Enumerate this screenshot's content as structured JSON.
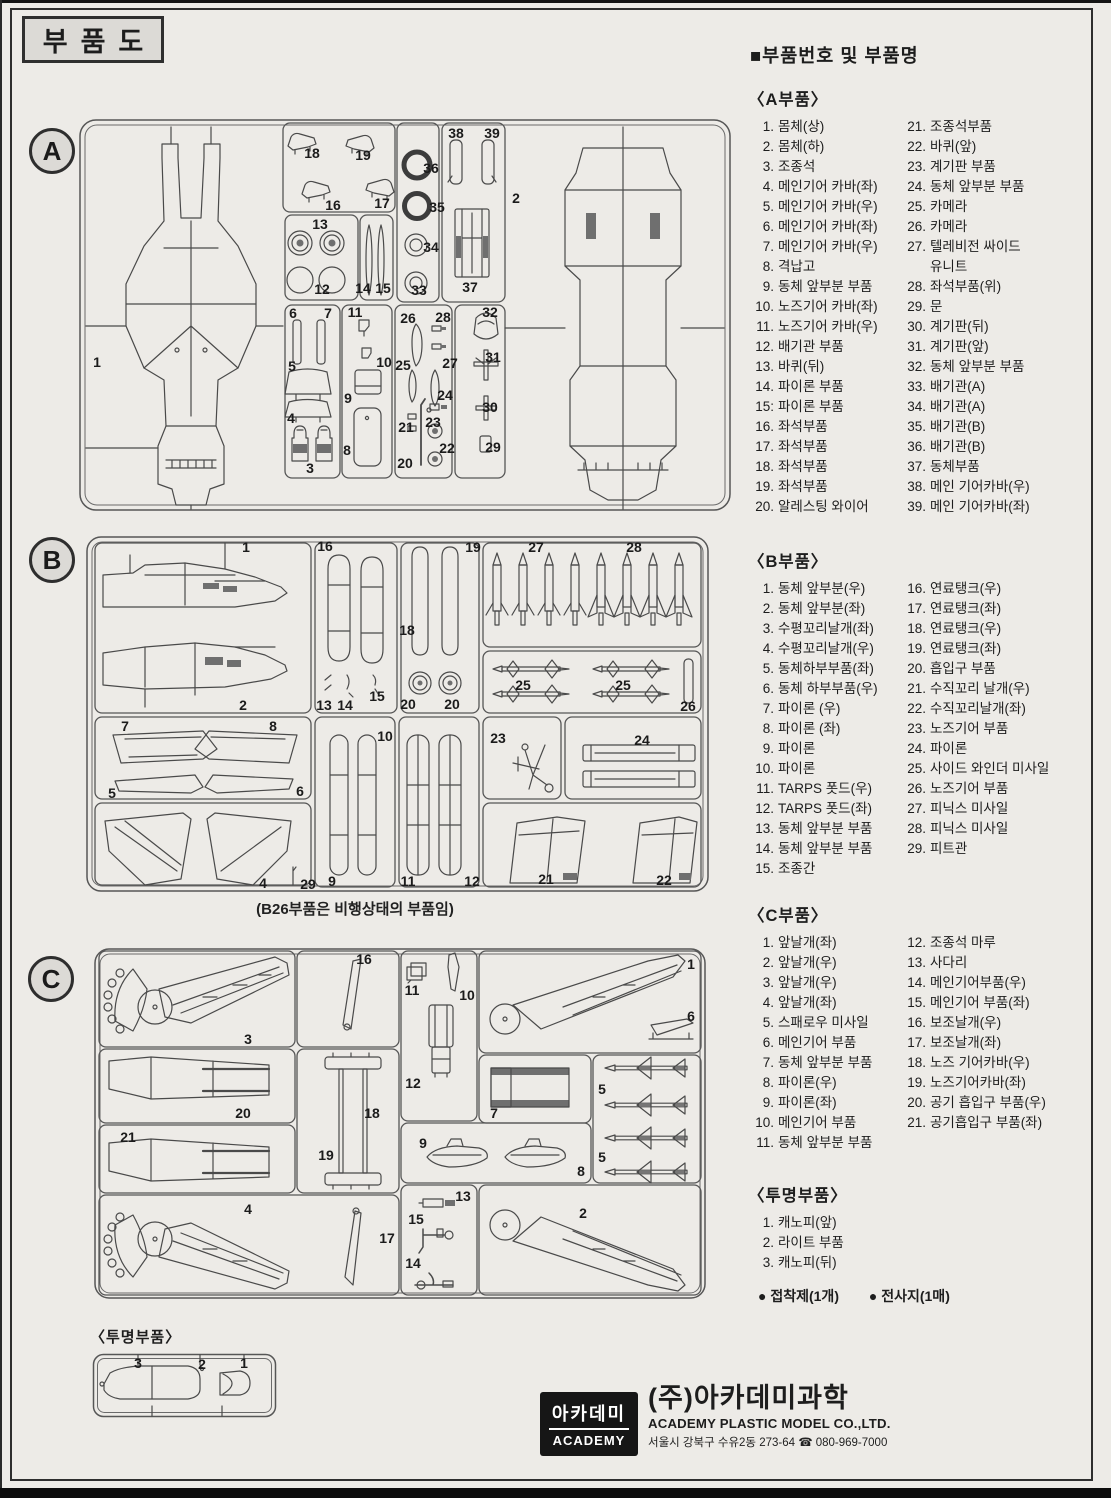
{
  "colors": {
    "paper": "#edebe7",
    "ink": "#1d1d1d",
    "line": "#4a4a4a",
    "bar": "#0c0c0c"
  },
  "page": {
    "title": "부품도",
    "parts_header": "■부품번호 및 부품명",
    "note_b": "(B26부품은 비행상태의 부품임)",
    "clear_header_left": "〈투명부품〉",
    "extras": [
      "● 접착제(1개)",
      "● 전사지(1매)"
    ]
  },
  "lists": [
    {
      "id": "a",
      "header": "〈A부품〉",
      "cols": [
        [
          {
            "n": "1.",
            "t": "몸체(상)"
          },
          {
            "n": "2.",
            "t": "몸체(하)"
          },
          {
            "n": "3.",
            "t": "조종석"
          },
          {
            "n": "4.",
            "t": "메인기어 카바(좌)"
          },
          {
            "n": "5.",
            "t": "메인기어 카바(우)"
          },
          {
            "n": "6.",
            "t": "메인기어 카바(좌)"
          },
          {
            "n": "7.",
            "t": "메인기어 카바(우)"
          },
          {
            "n": "8.",
            "t": "격납고"
          },
          {
            "n": "9.",
            "t": "동체 앞부분 부품"
          },
          {
            "n": "10.",
            "t": "노즈기어 카바(좌)"
          },
          {
            "n": "11.",
            "t": "노즈기어 카바(우)"
          },
          {
            "n": "12.",
            "t": "배기관 부품"
          },
          {
            "n": "13.",
            "t": "바퀴(뒤)"
          },
          {
            "n": "14.",
            "t": "파이론 부품"
          },
          {
            "n": "15:",
            "t": "파이론 부품"
          },
          {
            "n": "16.",
            "t": "좌석부품"
          },
          {
            "n": "17.",
            "t": "좌석부품"
          },
          {
            "n": "18.",
            "t": "좌석부품"
          },
          {
            "n": "19.",
            "t": "좌석부품"
          },
          {
            "n": "20.",
            "t": "알레스팅 와이어"
          }
        ],
        [
          {
            "n": "21.",
            "t": "조종석부품"
          },
          {
            "n": "22.",
            "t": "바퀴(앞)"
          },
          {
            "n": "23.",
            "t": "계기판 부품"
          },
          {
            "n": "24.",
            "t": "동체 앞부분 부품"
          },
          {
            "n": "25.",
            "t": "카메라"
          },
          {
            "n": "26.",
            "t": "카메라"
          },
          {
            "n": "27.",
            "t": "텔레비전 싸이드"
          },
          {
            "n": "",
            "t": "유니트",
            "wrap": true
          },
          {
            "n": "28.",
            "t": "좌석부품(위)"
          },
          {
            "n": "29.",
            "t": "문"
          },
          {
            "n": "30.",
            "t": "계기판(뒤)"
          },
          {
            "n": "31.",
            "t": "계기판(앞)"
          },
          {
            "n": "32.",
            "t": "동체 앞부분 부품"
          },
          {
            "n": "33.",
            "t": "배기관(A)"
          },
          {
            "n": "34.",
            "t": "배기관(A)"
          },
          {
            "n": "35.",
            "t": "배기관(B)"
          },
          {
            "n": "36.",
            "t": "배기관(B)"
          },
          {
            "n": "37.",
            "t": "동체부품"
          },
          {
            "n": "38.",
            "t": "메인 기어카바(우)"
          },
          {
            "n": "39.",
            "t": "메인 기어카바(좌)"
          }
        ]
      ]
    },
    {
      "id": "b",
      "header": "〈B부품〉",
      "cols": [
        [
          {
            "n": "1.",
            "t": "동체 앞부분(우)"
          },
          {
            "n": "2.",
            "t": "동체 앞부분(좌)"
          },
          {
            "n": "3.",
            "t": "수평꼬리날개(좌)"
          },
          {
            "n": "4.",
            "t": "수평꼬리날개(우)"
          },
          {
            "n": "5.",
            "t": "동체하부부품(좌)"
          },
          {
            "n": "6.",
            "t": "동체 하부부품(우)"
          },
          {
            "n": "7.",
            "t": "파이론 (우)"
          },
          {
            "n": "8.",
            "t": "파이론 (좌)"
          },
          {
            "n": "9.",
            "t": "파이론"
          },
          {
            "n": "10.",
            "t": "파이론"
          },
          {
            "n": "11.",
            "t": "TARPS 폿드(우)"
          },
          {
            "n": "12.",
            "t": "TARPS 폿드(좌)"
          },
          {
            "n": "13.",
            "t": "동체 앞부분 부품"
          },
          {
            "n": "14.",
            "t": "동체 앞부분 부품"
          },
          {
            "n": "15.",
            "t": "조종간"
          }
        ],
        [
          {
            "n": "16.",
            "t": "연료탱크(우)"
          },
          {
            "n": "17.",
            "t": "연료탱크(좌)"
          },
          {
            "n": "18.",
            "t": "연료탱크(우)"
          },
          {
            "n": "19.",
            "t": "연료탱크(좌)"
          },
          {
            "n": "20.",
            "t": "흡입구 부품"
          },
          {
            "n": "21.",
            "t": "수직꼬리 날개(우)"
          },
          {
            "n": "22.",
            "t": "수직꼬리날개(좌)"
          },
          {
            "n": "23.",
            "t": "노즈기어 부품"
          },
          {
            "n": "24.",
            "t": "파이론"
          },
          {
            "n": "25.",
            "t": "사이드 와인더 미사일"
          },
          {
            "n": "26.",
            "t": "노즈기어 부품"
          },
          {
            "n": "27.",
            "t": "피닉스 미사일"
          },
          {
            "n": "28.",
            "t": "피닉스 미사일"
          },
          {
            "n": "29.",
            "t": "피트관"
          }
        ]
      ]
    },
    {
      "id": "c",
      "header": "〈C부품〉",
      "cols": [
        [
          {
            "n": "1.",
            "t": "앞날개(좌)"
          },
          {
            "n": "2.",
            "t": "앞날개(우)"
          },
          {
            "n": "3.",
            "t": "앞날개(우)"
          },
          {
            "n": "4.",
            "t": "앞날개(좌)"
          },
          {
            "n": "5.",
            "t": "스패로우 미사일"
          },
          {
            "n": "6.",
            "t": "메인기어 부품"
          },
          {
            "n": "7.",
            "t": "동체 앞부분 부품"
          },
          {
            "n": "8.",
            "t": "파이론(우)"
          },
          {
            "n": "9.",
            "t": "파이론(좌)"
          },
          {
            "n": "10.",
            "t": "메인기어 부품"
          },
          {
            "n": "11.",
            "t": "동체 앞부분 부품"
          }
        ],
        [
          {
            "n": "12.",
            "t": "조종석 마루"
          },
          {
            "n": "13.",
            "t": "사다리"
          },
          {
            "n": "14.",
            "t": "메인기어부품(우)"
          },
          {
            "n": "15.",
            "t": "메인기어 부품(좌)"
          },
          {
            "n": "16.",
            "t": "보조날개(우)"
          },
          {
            "n": "17.",
            "t": "보조날개(좌)"
          },
          {
            "n": "18.",
            "t": "노즈 기어카바(우)"
          },
          {
            "n": "19.",
            "t": "노즈기어카바(좌)"
          },
          {
            "n": "20.",
            "t": "공기 흡입구 부품(우)"
          },
          {
            "n": "21.",
            "t": "공기흡입구 부품(좌)"
          }
        ]
      ]
    },
    {
      "id": "t",
      "header": "〈투명부품〉",
      "cols": [
        [
          {
            "n": "1.",
            "t": "캐노피(앞)"
          },
          {
            "n": "2.",
            "t": "라이트 부품"
          },
          {
            "n": "3.",
            "t": "캐노피(뒤)"
          }
        ],
        []
      ]
    }
  ],
  "sprues": {
    "a": {
      "letter": "A",
      "labels": [
        [
          "1",
          19,
          244
        ],
        [
          "2",
          438,
          80
        ],
        [
          "18",
          234,
          35
        ],
        [
          "19",
          285,
          37
        ],
        [
          "16",
          255,
          87
        ],
        [
          "17",
          304,
          85
        ],
        [
          "13",
          242,
          106
        ],
        [
          "12",
          244,
          171
        ],
        [
          "14",
          285,
          170
        ],
        [
          "15",
          305,
          170
        ],
        [
          "36",
          353,
          50
        ],
        [
          "35",
          359,
          89
        ],
        [
          "34",
          353,
          129
        ],
        [
          "33",
          341,
          172
        ],
        [
          "38",
          378,
          15
        ],
        [
          "39",
          414,
          15
        ],
        [
          "37",
          392,
          169
        ],
        [
          "6",
          215,
          195
        ],
        [
          "7",
          250,
          195
        ],
        [
          "5",
          214,
          248
        ],
        [
          "4",
          213,
          300
        ],
        [
          "3",
          232,
          350
        ],
        [
          "11",
          277,
          194
        ],
        [
          "10",
          306,
          244
        ],
        [
          "9",
          270,
          280
        ],
        [
          "8",
          269,
          332
        ],
        [
          "26",
          330,
          200
        ],
        [
          "28",
          365,
          199
        ],
        [
          "25",
          325,
          247
        ],
        [
          "27",
          372,
          245
        ],
        [
          "24",
          367,
          277
        ],
        [
          "21",
          328,
          309
        ],
        [
          "23",
          355,
          304
        ],
        [
          "20",
          327,
          345
        ],
        [
          "22",
          369,
          330
        ],
        [
          "32",
          412,
          194
        ],
        [
          "31",
          415,
          239
        ],
        [
          "30",
          412,
          289
        ],
        [
          "29",
          415,
          329
        ]
      ]
    },
    "b": {
      "letter": "B",
      "labels": [
        [
          "1",
          161,
          12
        ],
        [
          "2",
          158,
          170
        ],
        [
          "16",
          240,
          11
        ],
        [
          "13",
          239,
          170
        ],
        [
          "14",
          260,
          170
        ],
        [
          "15",
          292,
          161
        ],
        [
          "19",
          388,
          12
        ],
        [
          "18",
          322,
          95
        ],
        [
          "20",
          323,
          169
        ],
        [
          "20",
          367,
          169
        ],
        [
          "27",
          451,
          12
        ],
        [
          "28",
          549,
          12
        ],
        [
          "25",
          438,
          150
        ],
        [
          "25",
          538,
          150
        ],
        [
          "26",
          603,
          171
        ],
        [
          "7",
          40,
          191
        ],
        [
          "8",
          188,
          191
        ],
        [
          "5",
          27,
          258
        ],
        [
          "6",
          215,
          256
        ],
        [
          "4",
          178,
          348
        ],
        [
          "29",
          223,
          349
        ],
        [
          "10",
          300,
          201
        ],
        [
          "9",
          247,
          346
        ],
        [
          "11",
          323,
          346
        ],
        [
          "12",
          387,
          346
        ],
        [
          "23",
          413,
          203
        ],
        [
          "24",
          557,
          205
        ],
        [
          "21",
          461,
          344
        ],
        [
          "22",
          579,
          345
        ]
      ]
    },
    "c": {
      "letter": "C",
      "labels": [
        [
          "3",
          155,
          92
        ],
        [
          "16",
          271,
          12
        ],
        [
          "20",
          150,
          166
        ],
        [
          "21",
          35,
          190
        ],
        [
          "18",
          279,
          166
        ],
        [
          "19",
          233,
          208
        ],
        [
          "4",
          155,
          262
        ],
        [
          "17",
          294,
          291
        ],
        [
          "11",
          319,
          43
        ],
        [
          "10",
          374,
          48
        ],
        [
          "12",
          320,
          136
        ],
        [
          "1",
          598,
          17
        ],
        [
          "6",
          598,
          69
        ],
        [
          "7",
          401,
          166
        ],
        [
          "5",
          509,
          142
        ],
        [
          "5",
          509,
          210
        ],
        [
          "9",
          330,
          196
        ],
        [
          "8",
          488,
          224
        ],
        [
          "13",
          370,
          249
        ],
        [
          "15",
          323,
          272
        ],
        [
          "14",
          320,
          316
        ],
        [
          "2",
          490,
          266
        ]
      ]
    },
    "t": {
      "labels": [
        [
          "3",
          46,
          10
        ],
        [
          "2",
          110,
          11
        ],
        [
          "1",
          152,
          10
        ]
      ]
    }
  },
  "logo": {
    "kr": "아카데미",
    "en": "ACADEMY",
    "company_kr": "(주)아카데미과학",
    "company_en": "ACADEMY PLASTIC MODEL CO.,LTD.",
    "address": "서울시 강북구 수유2동 273-64 ☎ 080-969-7000"
  }
}
